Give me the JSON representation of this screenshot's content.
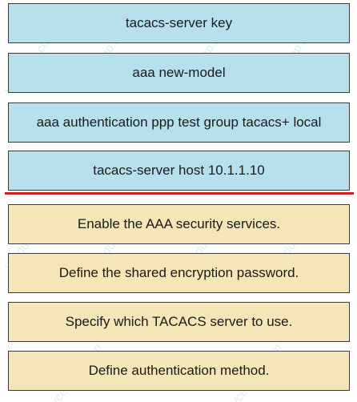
{
  "commands": [
    "tacacs-server key",
    "aaa new-model",
    "aaa authentication ppp test group tacacs+ local",
    "tacacs-server host 10.1.1.10"
  ],
  "descriptions": [
    "Enable the AAA security services.",
    "Define the shared encryption password.",
    "Specify which TACACS server to use.",
    "Define authentication method."
  ],
  "watermark": "vcedump.com",
  "colors": {
    "command_box": "#b7e0ec",
    "description_box": "#f4e6b6",
    "divider": "#d21f1f"
  }
}
